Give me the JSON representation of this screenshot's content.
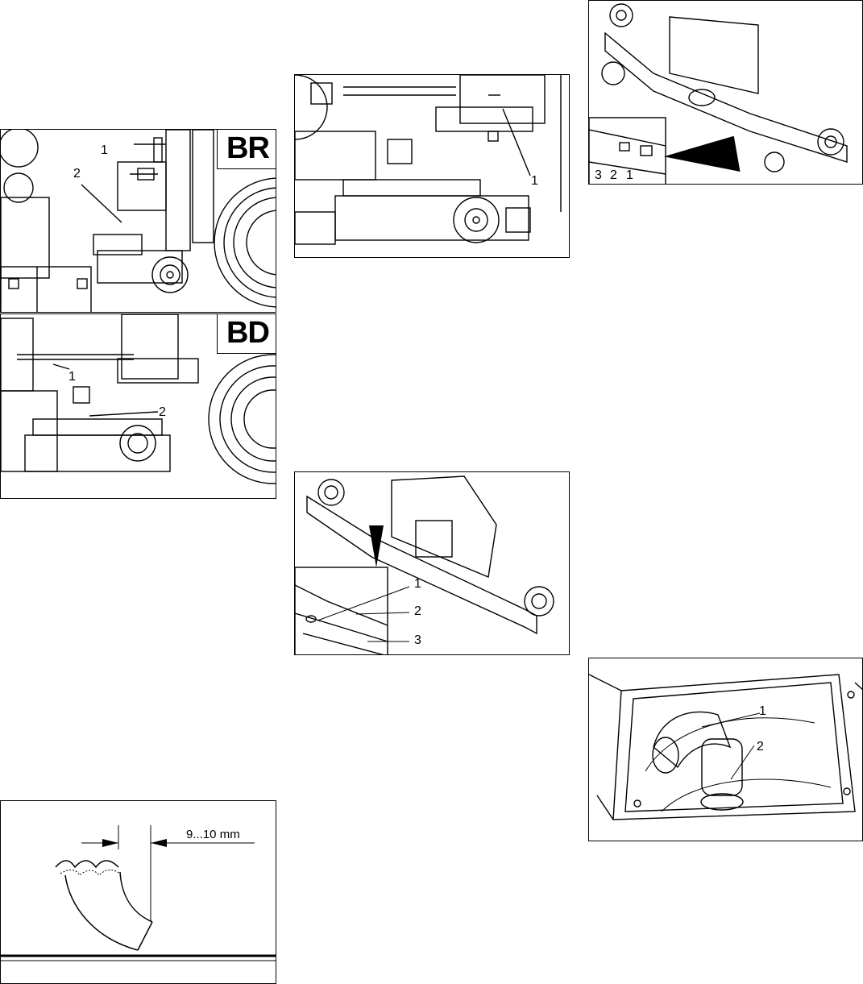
{
  "figures": {
    "squeegee_br": {
      "badge": "BR",
      "callouts": [
        "1",
        "2"
      ]
    },
    "squeegee_bd": {
      "badge": "BD",
      "callouts": [
        "1",
        "2"
      ]
    },
    "mount_detail": {
      "callouts": [
        "1"
      ]
    },
    "blade_top": {
      "callouts": [
        "3",
        "2",
        "1"
      ]
    },
    "blade_bottom": {
      "callouts": [
        "1",
        "2",
        "3"
      ]
    },
    "hose_tank": {
      "callouts": [
        "1",
        "2"
      ]
    },
    "lip_gap": {
      "dimension": "9...10 mm"
    }
  }
}
